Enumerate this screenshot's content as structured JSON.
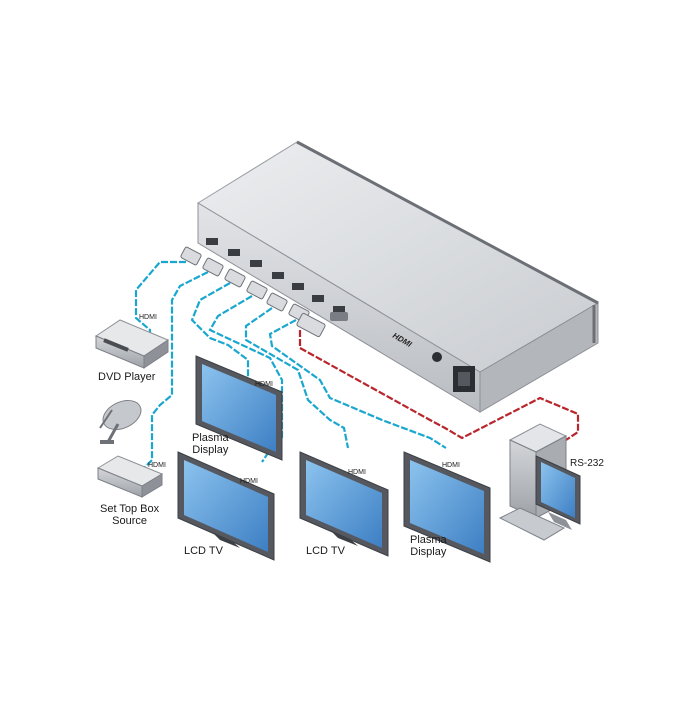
{
  "diagram": {
    "devices": {
      "dvd_player": "DVD Player",
      "set_top_box": [
        "Set Top Box",
        "Source"
      ],
      "plasma_display_1": [
        "Plasma",
        "Display"
      ],
      "lcd_tv_1": "LCD TV",
      "lcd_tv_2": "LCD TV",
      "plasma_display_2": [
        "Plasma",
        "Display"
      ],
      "pc": "RS-232"
    },
    "cable_tags": {
      "dvd": "HDMI",
      "stb": "HDMI",
      "plasma1": "HDMI",
      "lcd1": "HDMI",
      "lcd2": "HDMI",
      "plasma2": "HDMI"
    },
    "switcher_logo": "HDMI",
    "colors": {
      "hdmi_cable": "#1aa7cf",
      "rs232_cable": "#b8262c",
      "screen": "#5aa0dc",
      "chassis": "#d8dadd"
    }
  }
}
